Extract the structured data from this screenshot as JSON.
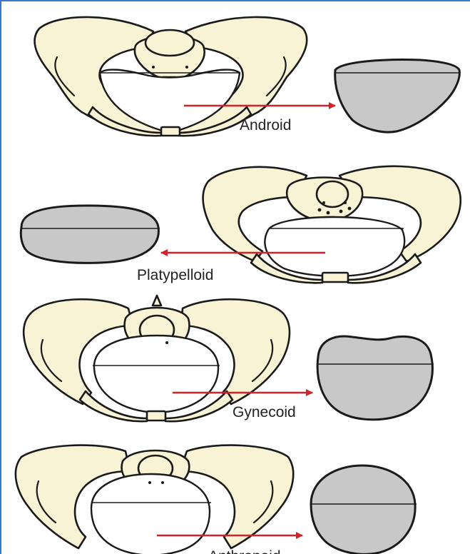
{
  "diagram": {
    "accent_arrow_color": "#d0232a",
    "inlet_fill_color": "#c8c8c8",
    "bone_fill_color": "#f9f3d6",
    "frame_color": "#3a76c9",
    "types": [
      {
        "id": "android",
        "label": "Android"
      },
      {
        "id": "platypelloid",
        "label": "Platypelloid"
      },
      {
        "id": "gynecoid",
        "label": "Gynecoid"
      },
      {
        "id": "anthropoid",
        "label": "Anthropoid"
      }
    ]
  }
}
